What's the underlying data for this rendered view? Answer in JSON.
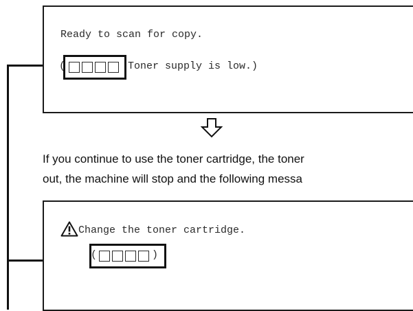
{
  "screen_normal": {
    "message": "Ready to scan for copy.",
    "open_paren": "(",
    "toner_message": "Toner supply is low.)",
    "cell_count": 4
  },
  "arrow_icon": "down-arrow-icon",
  "explanation": {
    "line1": "If you continue to use the toner cartridge, the toner",
    "line2": "out, the machine will stop and the following messa"
  },
  "screen_empty": {
    "message": "Change the toner cartridge.",
    "open_paren": "(",
    "close_paren": ")",
    "warning_icon": "warning-icon",
    "cell_count": 4
  }
}
